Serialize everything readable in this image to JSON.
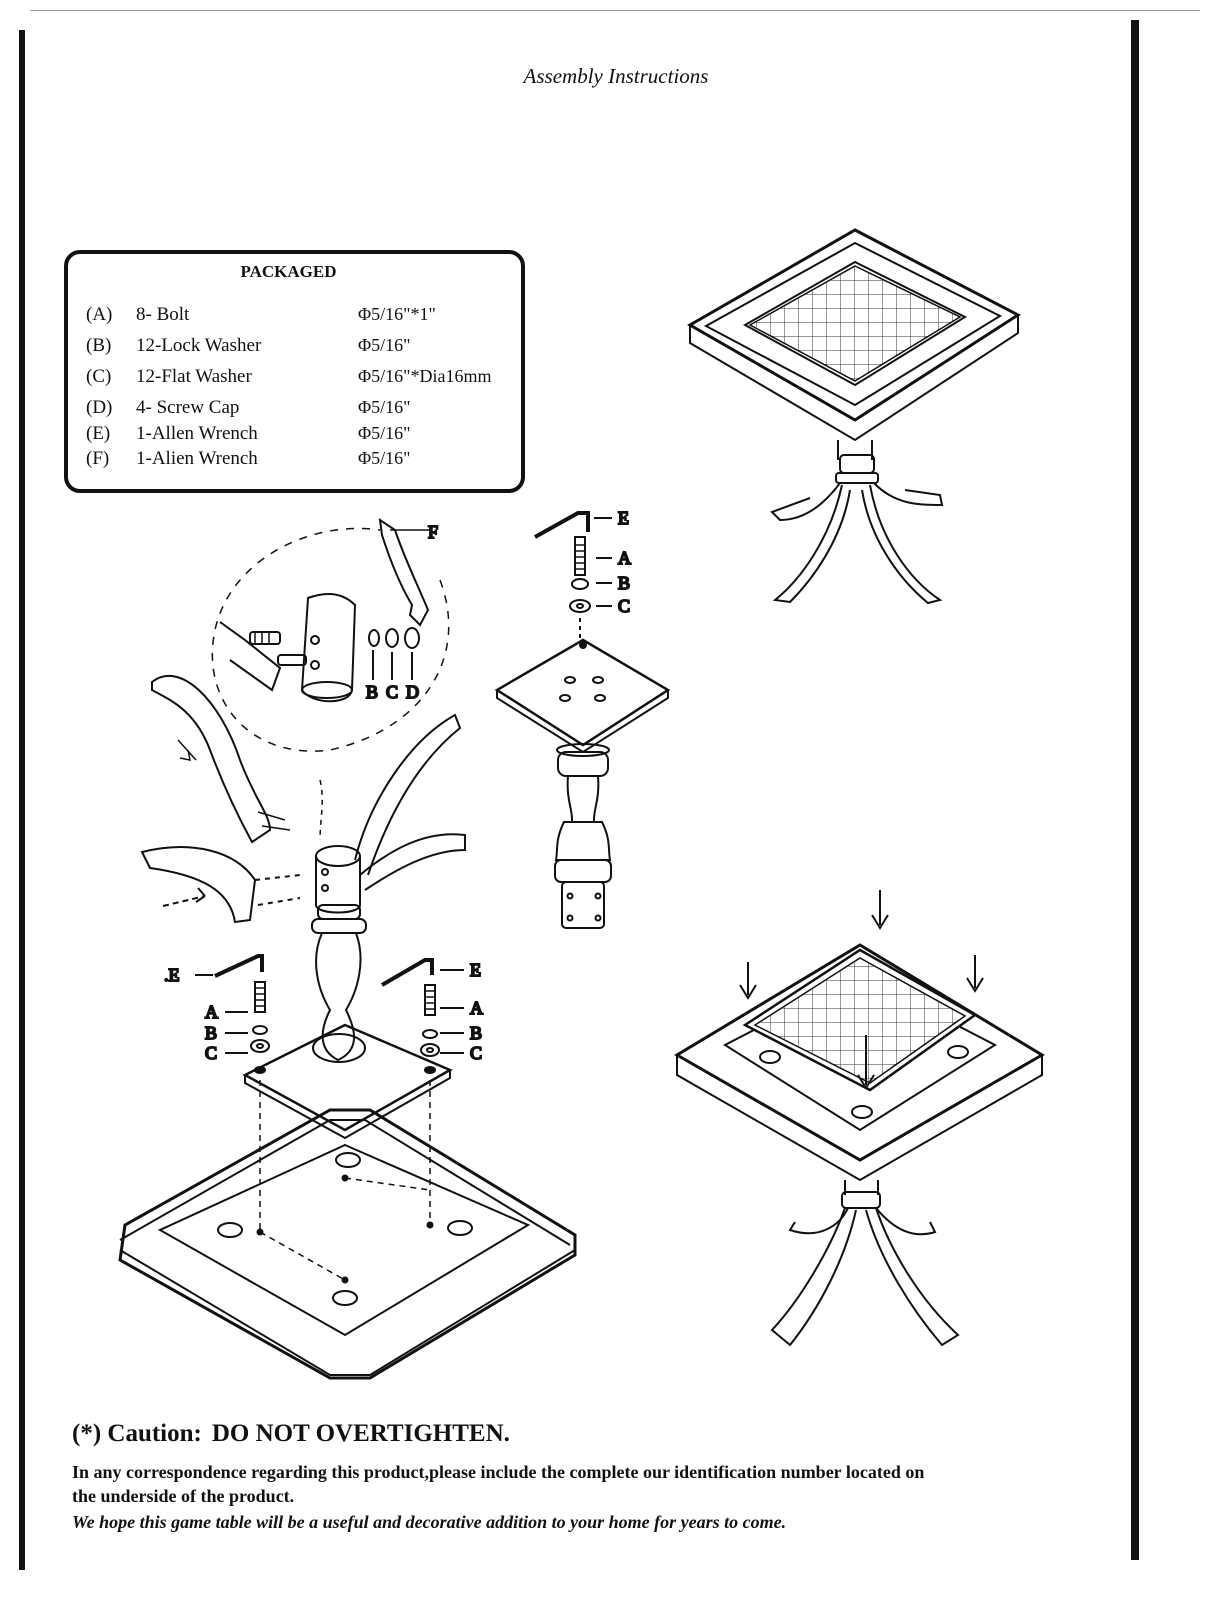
{
  "header": {
    "title": "Assembly Instructions"
  },
  "packaged": {
    "heading": "PACKAGED",
    "items": [
      {
        "code": "(A)",
        "name": "8- Bolt",
        "spec": "Φ5/16\"*1\""
      },
      {
        "code": "(B)",
        "name": "12-Lock Washer",
        "spec": "Φ5/16\""
      },
      {
        "code": "(C)",
        "name": "12-Flat Washer",
        "spec": "Φ5/16\"*Dia16mm"
      },
      {
        "code": "(D)",
        "name": "4- Screw Cap",
        "spec": "Φ5/16\""
      },
      {
        "code": "(E)",
        "name": "1-Allen Wrench",
        "spec": "Φ5/16\""
      },
      {
        "code": "(F)",
        "name": "1-Alien Wrench",
        "spec": "Φ5/16\""
      }
    ]
  },
  "callouts": {
    "a": "A",
    "b": "B",
    "c": "C",
    "d": "D",
    "e": "E",
    "f": "F",
    "e_left": ".E"
  },
  "footer": {
    "caution_lead": "(*) Caution:",
    "caution_text": "DO NOT OVERTIGHTEN.",
    "correspondence_1": "In any correspondence regarding this product,please include the complete  our identification number located on",
    "correspondence_2": "the underside of the product.",
    "closing": "We hope this game table  will be a useful and  decorative addition to your home for years to come."
  }
}
